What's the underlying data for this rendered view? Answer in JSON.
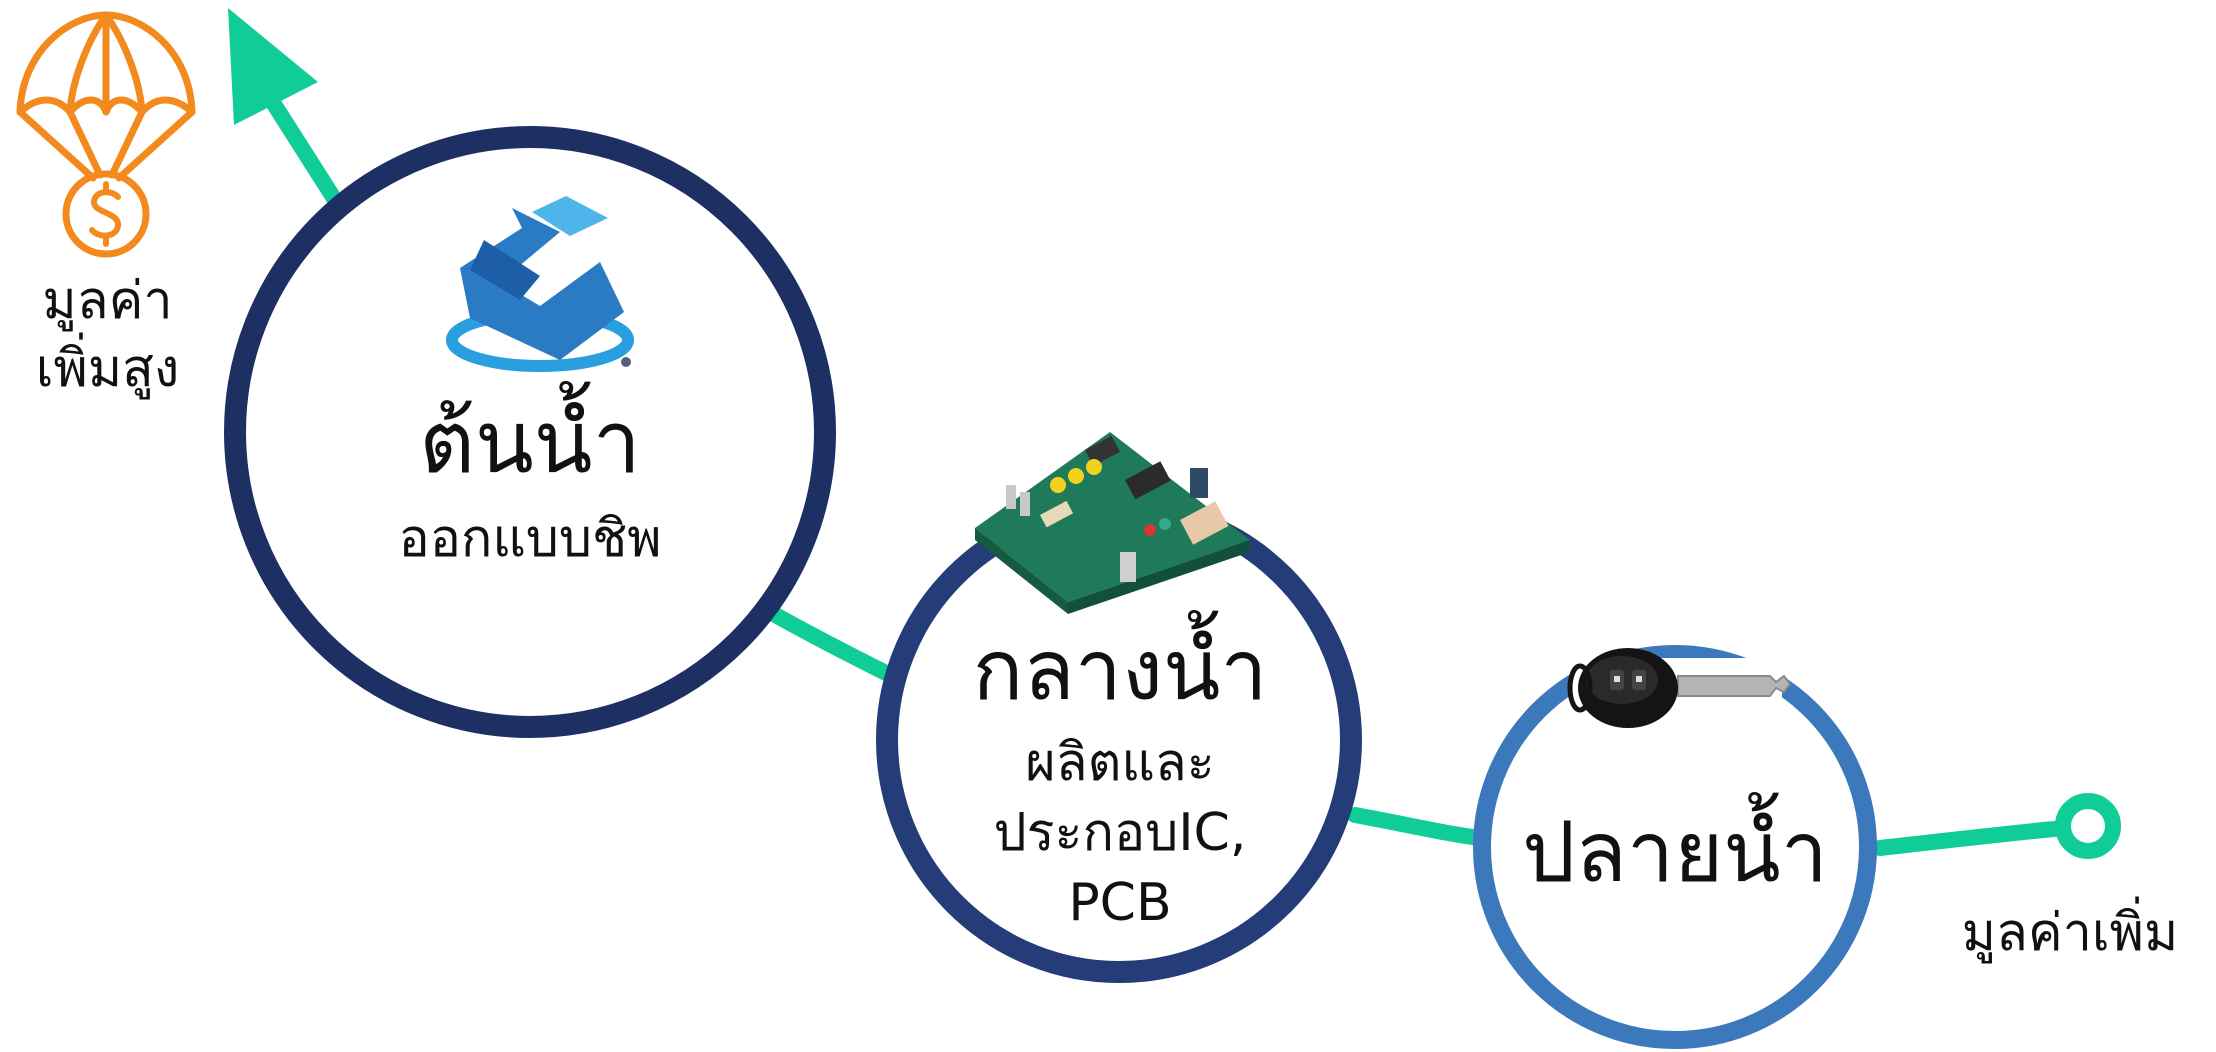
{
  "colors": {
    "path_green": "#10CC96",
    "circle_navy_dark": "#1E2F64",
    "circle_navy": "#243C78",
    "circle_blue": "#3B78BC",
    "icon_orange": "#F28A1D",
    "logo_blue": "#2A7BC4",
    "text": "#111111"
  },
  "icons": {
    "top_left": "parachute-coin-icon",
    "upstream": "s-logo-icon",
    "midstream": "circuit-board-icon",
    "downstream": "car-key-icon"
  },
  "labels": {
    "high_value": [
      "มูลค่า",
      "เพิ่มสูง"
    ],
    "value_added": "มูลค่าเพิ่ม"
  },
  "stages": {
    "upstream": {
      "title": "ต้นน้ำ",
      "desc": "ออกแบบชิพ"
    },
    "midstream": {
      "title": "กลางน้ำ",
      "desc": [
        "ผลิตและ",
        "ประกอบIC,",
        "PCB"
      ]
    },
    "downstream": {
      "title": "ปลายน้ำ"
    }
  }
}
